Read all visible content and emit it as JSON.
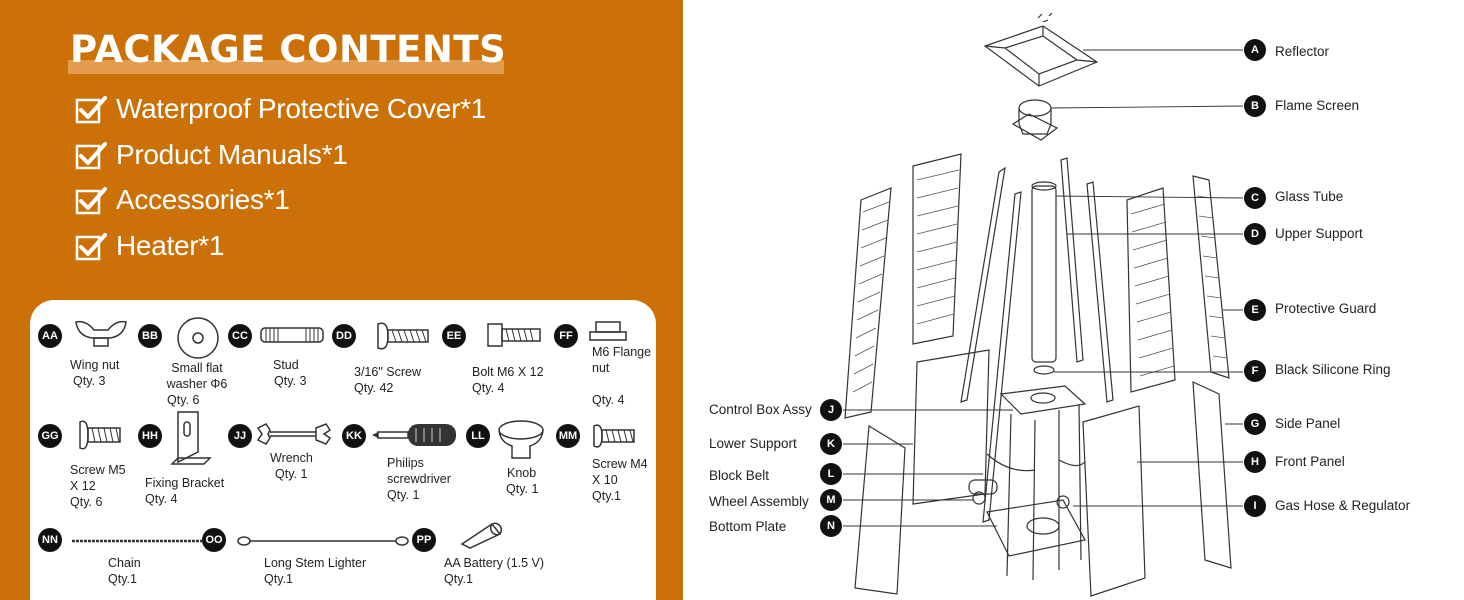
{
  "package": {
    "title": "PACKAGE CONTENTS",
    "items": [
      "Waterproof Protective Cover*1",
      "Product Manuals*1",
      "Accessories*1",
      "Heater*1"
    ]
  },
  "accessories": [
    {
      "code": "AA",
      "name": "Wing nut",
      "qty": "Qty. 3"
    },
    {
      "code": "BB",
      "name": "Small flat washer Φ6",
      "qty": "Qty. 6"
    },
    {
      "code": "CC",
      "name": "Stud",
      "qty": "Qty. 3"
    },
    {
      "code": "DD",
      "name": "3/16\" Screw",
      "qty": "Qty. 42"
    },
    {
      "code": "EE",
      "name": "Bolt M6 X 12",
      "qty": "Qty. 4"
    },
    {
      "code": "FF",
      "name": "M6 Flange nut",
      "qty": "Qty. 4"
    },
    {
      "code": "GG",
      "name": "Screw M5 X 12",
      "qty": "Qty. 6"
    },
    {
      "code": "HH",
      "name": "Fixing Bracket",
      "qty": "Qty. 4"
    },
    {
      "code": "JJ",
      "name": "Wrench",
      "qty": "Qty. 1"
    },
    {
      "code": "KK",
      "name": "Philips screwdriver",
      "qty": "Qty. 1"
    },
    {
      "code": "LL",
      "name": "Knob",
      "qty": "Qty. 1"
    },
    {
      "code": "MM",
      "name": "Screw M4 X 10",
      "qty": "Qty.1"
    },
    {
      "code": "NN",
      "name": "Chain",
      "qty": "Qty.1"
    },
    {
      "code": "OO",
      "name": "Long Stem Lighter",
      "qty": "Qty.1"
    },
    {
      "code": "PP",
      "name": "AA Battery (1.5 V)",
      "qty": "Qty.1"
    }
  ],
  "components": [
    {
      "code": "A",
      "name": "Reflector"
    },
    {
      "code": "B",
      "name": "Flame Screen"
    },
    {
      "code": "C",
      "name": "Glass Tube"
    },
    {
      "code": "D",
      "name": "Upper Support"
    },
    {
      "code": "E",
      "name": "Protective Guard"
    },
    {
      "code": "F",
      "name": "Black Silicone Ring"
    },
    {
      "code": "G",
      "name": "Side Panel"
    },
    {
      "code": "H",
      "name": "Front Panel"
    },
    {
      "code": "I",
      "name": "Gas Hose & Regulator"
    },
    {
      "code": "J",
      "name": "Control Box Assy"
    },
    {
      "code": "K",
      "name": "Lower Support"
    },
    {
      "code": "L",
      "name": "Block Belt"
    },
    {
      "code": "M",
      "name": "Wheel Assembly"
    },
    {
      "code": "N",
      "name": "Bottom Plate"
    }
  ],
  "colors": {
    "brand_orange": "#cc7108",
    "badge": "#111111"
  }
}
